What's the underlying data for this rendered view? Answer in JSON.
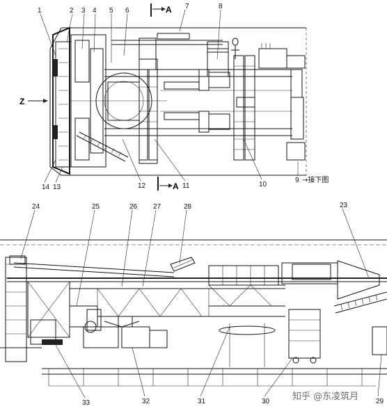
{
  "top_figure": {
    "section_marker": "A",
    "direction_label": "Z",
    "continue_note": "→接下图",
    "callouts": [
      {
        "id": "c1",
        "text": "1"
      },
      {
        "id": "c2",
        "text": "2"
      },
      {
        "id": "c3",
        "text": "3"
      },
      {
        "id": "c4",
        "text": "4"
      },
      {
        "id": "c5",
        "text": "5"
      },
      {
        "id": "c6",
        "text": "6"
      },
      {
        "id": "c7",
        "text": "7"
      },
      {
        "id": "c8",
        "text": "8"
      },
      {
        "id": "c9",
        "text": "9"
      },
      {
        "id": "c10",
        "text": "10"
      },
      {
        "id": "c11",
        "text": "11"
      },
      {
        "id": "c12",
        "text": "12"
      },
      {
        "id": "c13",
        "text": "13"
      },
      {
        "id": "c14",
        "text": "14"
      }
    ]
  },
  "bottom_figure": {
    "callouts": [
      {
        "id": "c23",
        "text": "23"
      },
      {
        "id": "c24",
        "text": "24"
      },
      {
        "id": "c25",
        "text": "25"
      },
      {
        "id": "c26",
        "text": "26"
      },
      {
        "id": "c27",
        "text": "27"
      },
      {
        "id": "c28",
        "text": "28"
      },
      {
        "id": "c29",
        "text": "29"
      },
      {
        "id": "c30",
        "text": "30"
      },
      {
        "id": "c31",
        "text": "31"
      },
      {
        "id": "c32",
        "text": "32"
      },
      {
        "id": "c33",
        "text": "33"
      }
    ]
  },
  "watermark": "知乎 @东凌筑月"
}
